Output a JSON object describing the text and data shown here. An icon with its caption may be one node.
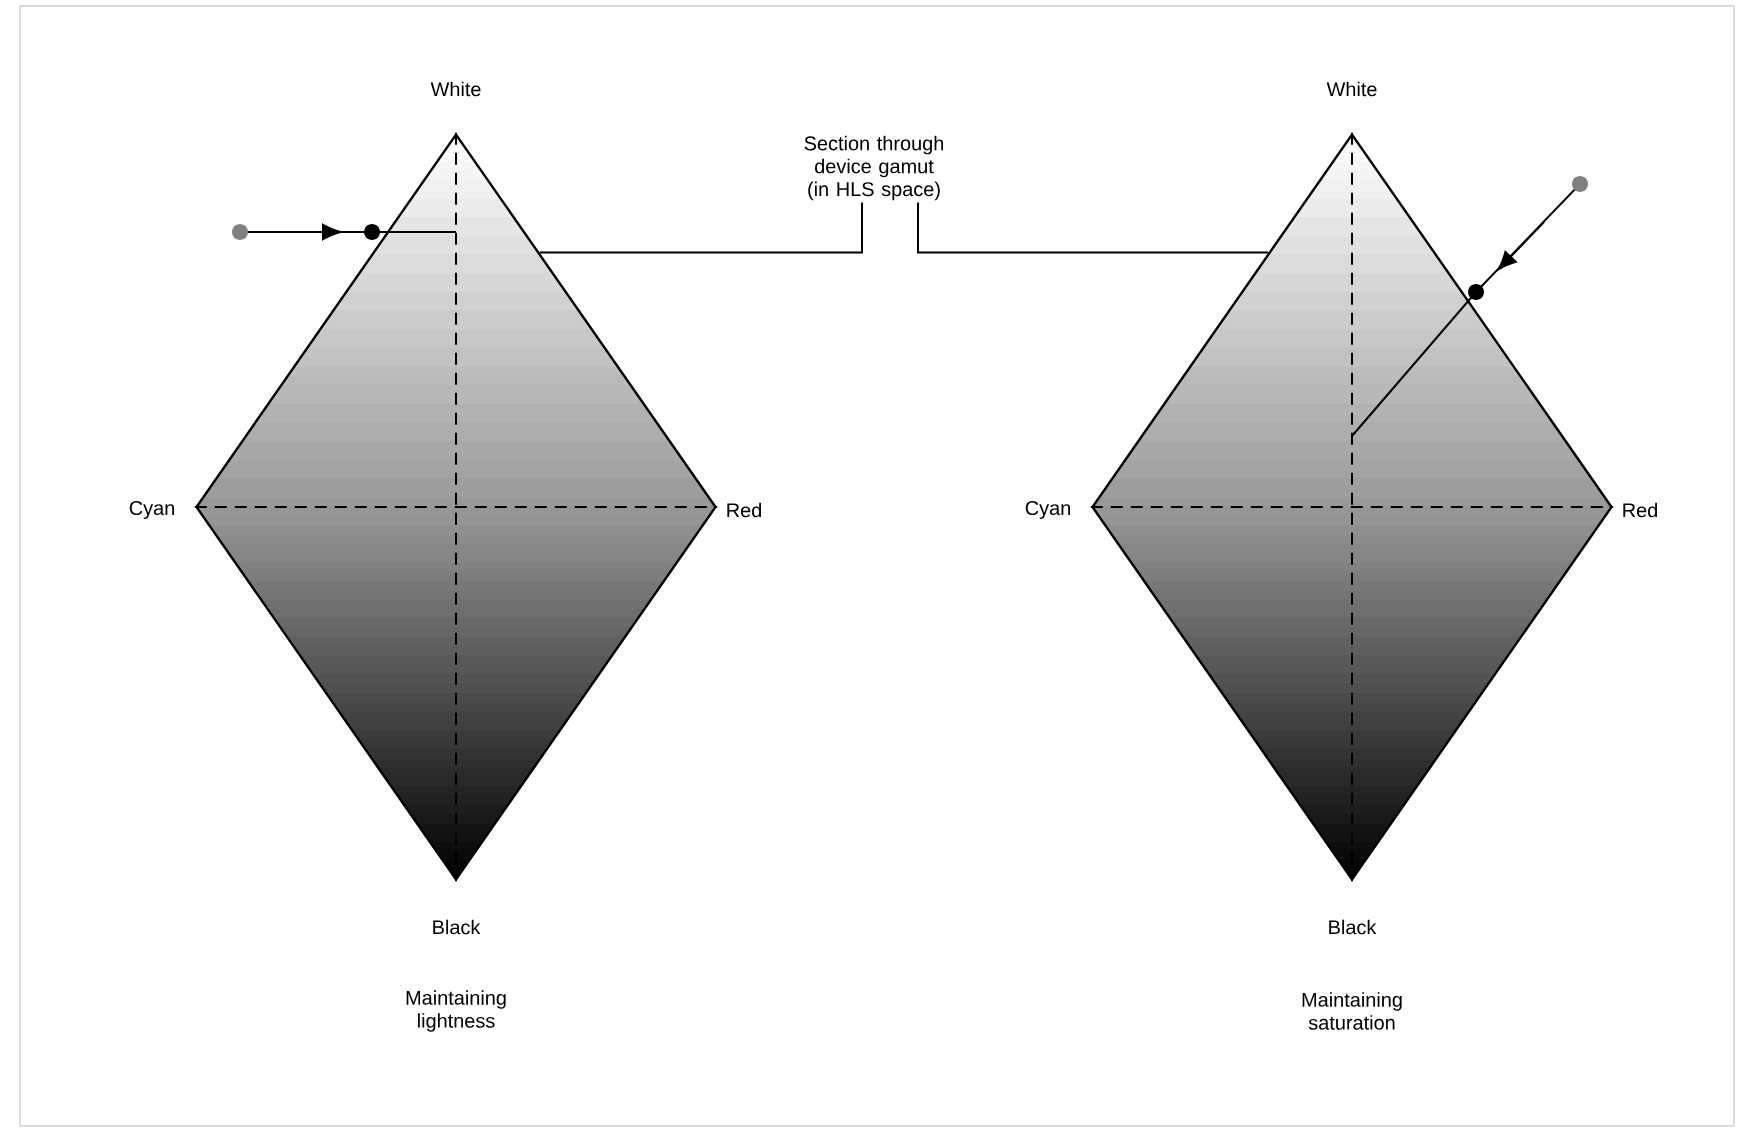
{
  "diagram": {
    "nodes": [
      {
        "text": [
          "Section through device gamut (in HLS space)"
        ]
      },
      {
        "text": [],
        "shape": "diamond",
        "beside": [
          "White",
          "Cyan",
          "Red",
          "Black",
          "Maintaining lightness"
        ]
      },
      {
        "text": [],
        "shape": "diamond",
        "beside": [
          "White",
          "Cyan",
          "Red",
          "Black",
          "Maintaining saturation"
        ]
      }
    ],
    "edges": [
      {
        "from": 0,
        "to": 1,
        "arrow": "none"
      },
      {
        "from": 0,
        "to": 2,
        "arrow": "none"
      }
    ]
  }
}
